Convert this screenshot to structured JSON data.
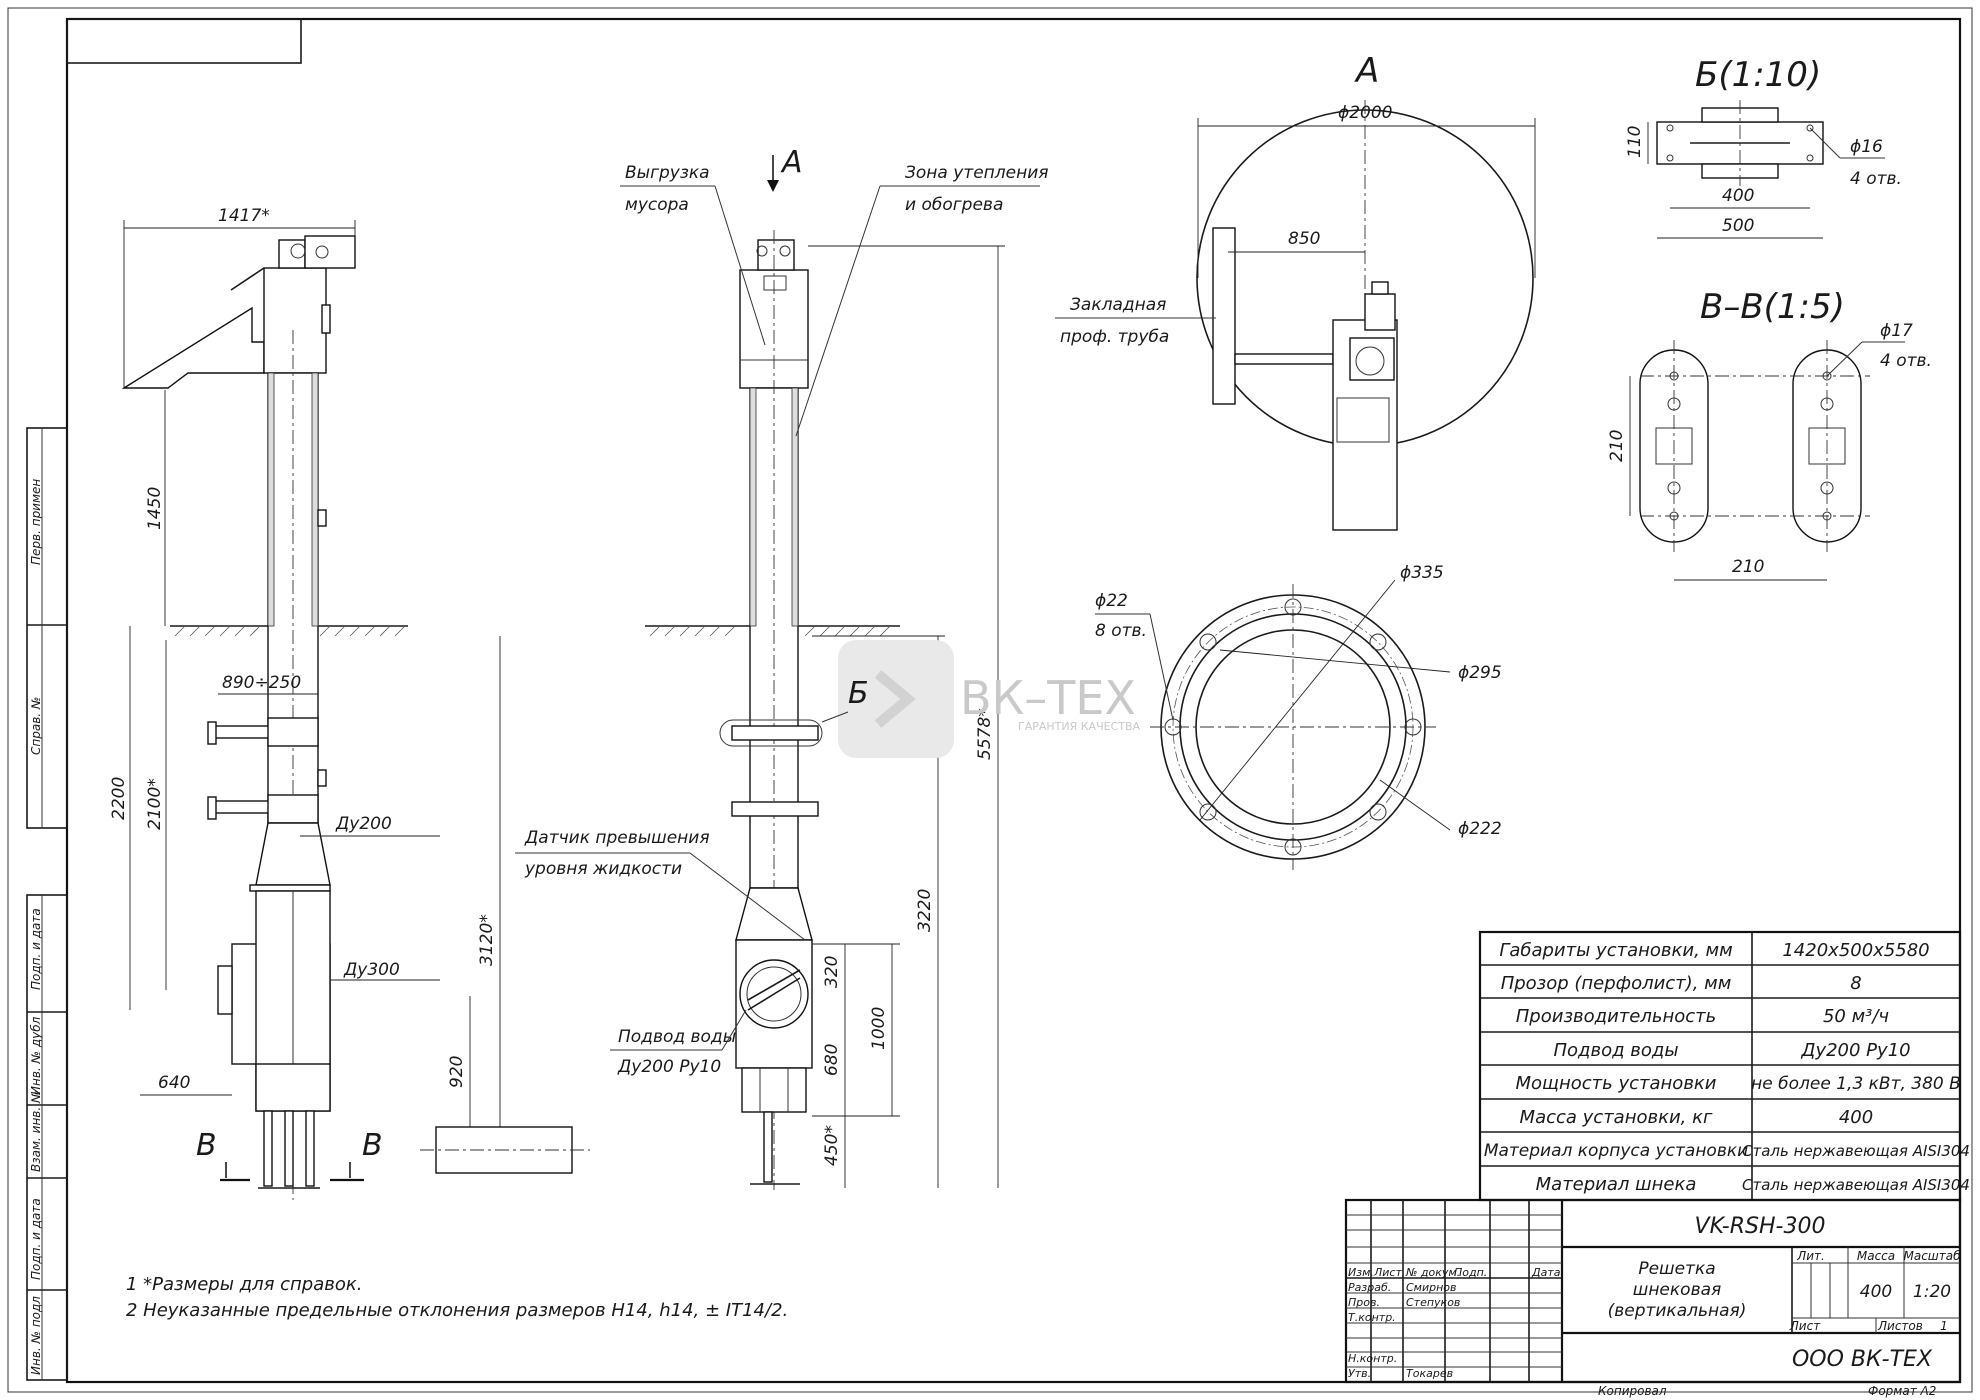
{
  "drawing": {
    "views": {
      "view_a_label": "А",
      "section_b_label": "Б(1:10)",
      "section_v_label": "В–В(1:5)",
      "marker_b": "Б",
      "marker_v_left": "В",
      "marker_v_right": "В",
      "marker_a": "А"
    },
    "dims_side": {
      "d1417": "1417*",
      "d1450": "1450",
      "d890": "890÷250",
      "d2200": "2200",
      "d2100": "2100*",
      "d3120": "3120*",
      "d920": "920",
      "d640": "640",
      "du200": "Ду200",
      "du300": "Ду300"
    },
    "dims_front": {
      "d5578": "5578*",
      "d3220": "3220",
      "d320": "320",
      "d680": "680",
      "d1000": "1000",
      "d450": "450*"
    },
    "dims_plan": {
      "d2000": "ϕ2000",
      "d850": "850"
    },
    "dims_section_b": {
      "d110": "110",
      "d400": "400",
      "d500": "500",
      "d16": "ϕ16",
      "holes": "4 отв."
    },
    "dims_section_v": {
      "d17": "ϕ17",
      "holes": "4 отв.",
      "d210v": "210",
      "d210h": "210"
    },
    "dims_flange": {
      "d22": "ϕ22",
      "holes": "8 отв.",
      "d335": "ϕ335",
      "d295": "ϕ295",
      "d222": "ϕ222"
    },
    "callouts": {
      "unload_1": "Выгрузка",
      "unload_2": "мусора",
      "heat_1": "Зона утепления",
      "heat_2": "и обогрева",
      "pipe_1": "Закладная",
      "pipe_2": "проф. труба",
      "sensor_1": "Датчик превышения",
      "sensor_2": "уровня жидкости",
      "water_1": "Подвод воды",
      "water_2": "Ду200 Ру10"
    },
    "notes": [
      "1  *Размеры для справок.",
      "2  Неуказанные предельные отклонения размеров H14, h14, ± IT14/2."
    ],
    "side_stamps": [
      "Перв. примен",
      "Справ. №",
      "Подп. и дата",
      "Инв. № дубл",
      "Взам. инв. №",
      "Подп. и дата",
      "Инв. № подл"
    ]
  },
  "spec_table": [
    {
      "param": "Габариты установки, мм",
      "value": "1420х500х5580"
    },
    {
      "param": "Прозор (перфолист), мм",
      "value": "8"
    },
    {
      "param": "Производительность",
      "value": "50 м³/ч"
    },
    {
      "param": "Подвод воды",
      "value": "Ду200 Ру10"
    },
    {
      "param": "Мощность установки",
      "value": "не более 1,3 кВт, 380 В"
    },
    {
      "param": "Масса установки, кг",
      "value": "400"
    },
    {
      "param": "Материал корпуса установки",
      "value": "Сталь нержавеющая AISI304"
    },
    {
      "param": "Материал шнека",
      "value": "Сталь нержавеющая AISI304"
    }
  ],
  "title_block": {
    "code": "VK-RSH-300",
    "name_1": "Решетка",
    "name_2": "шнековая",
    "name_3": "(вертикальная)",
    "col_izm": "Изм.",
    "col_list": "Лист",
    "col_ndoc": "№ докум.",
    "col_podp": "Подп.",
    "col_data": "Дата",
    "row_razrab": "Разраб.",
    "row_prov": "Пров.",
    "row_tkontr": "Т.контр.",
    "row_nkontr": "Н.контр.",
    "row_utv": "Утв.",
    "razrab_name": "Смирнов",
    "prov_name": "Степуков",
    "utv_name": "Токарев",
    "lit_label": "Лит.",
    "mass_label": "Масса",
    "scale_label": "Масштаб",
    "mass_value": "400",
    "scale_value": "1:20",
    "sheet_label": "Лист",
    "sheets_label": "Листов",
    "sheets_value": "1",
    "company": "ООО ВК-ТЕХ",
    "copied": "Копировал",
    "format": "Формат   А2"
  },
  "watermark": {
    "brand": "ВК–ТЕХ",
    "tagline": "ГАРАНТИЯ КАЧЕСТВА"
  }
}
